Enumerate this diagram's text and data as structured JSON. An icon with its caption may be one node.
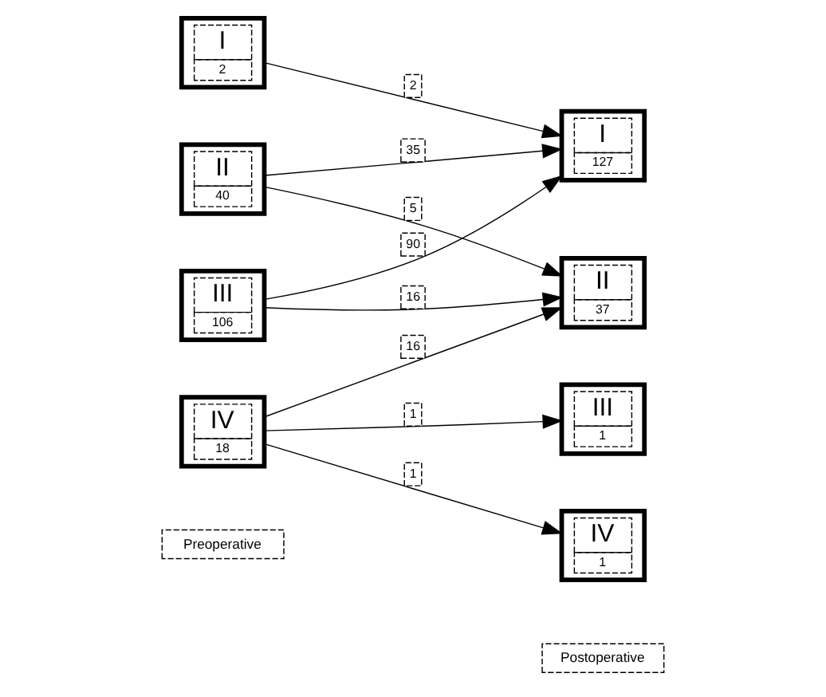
{
  "diagram": {
    "nodes": [
      {
        "text": [
          "I",
          "2"
        ]
      },
      {
        "text": [
          "II",
          "40"
        ]
      },
      {
        "text": [
          "III",
          "106"
        ]
      },
      {
        "text": [
          "IV",
          "18"
        ]
      },
      {
        "text": [
          "I",
          "127"
        ]
      },
      {
        "text": [
          "II",
          "37"
        ]
      },
      {
        "text": [
          "III",
          "1"
        ]
      },
      {
        "text": [
          "IV",
          "1"
        ]
      }
    ],
    "edges": [
      {
        "from": 0,
        "to": 4,
        "arrow": "to",
        "label": "2"
      },
      {
        "from": 1,
        "to": 4,
        "arrow": "to",
        "label": "35"
      },
      {
        "from": 1,
        "to": 5,
        "arrow": "to",
        "label": "5"
      },
      {
        "from": 2,
        "to": 4,
        "arrow": "to",
        "label": "90"
      },
      {
        "from": 2,
        "to": 5,
        "arrow": "to",
        "label": "16"
      },
      {
        "from": 3,
        "to": 5,
        "arrow": "to",
        "label": "16"
      },
      {
        "from": 3,
        "to": 6,
        "arrow": "to",
        "label": "1"
      },
      {
        "from": 3,
        "to": 7,
        "arrow": "to",
        "label": "1"
      }
    ],
    "labels": [
      "Preoperative",
      "Postoperative"
    ]
  }
}
